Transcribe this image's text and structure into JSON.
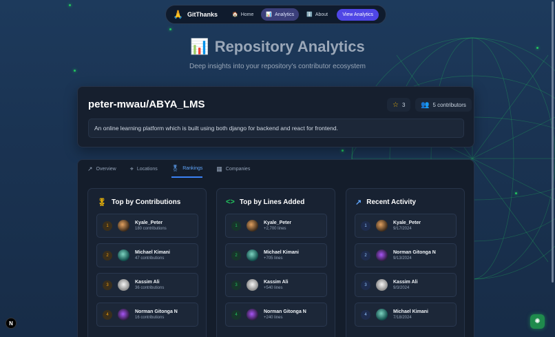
{
  "nav": {
    "brand": "GitThanks",
    "home": "Home",
    "analytics": "Analytics",
    "about": "About",
    "cta": "View Analytics"
  },
  "hero": {
    "title": "Repository Analytics",
    "subtitle": "Deep insights into your repository's contributor ecosystem"
  },
  "repo": {
    "name": "peter-mwau/ABYA_LMS",
    "stars": "3",
    "contributors": "5 contributors",
    "description": "An online learning platform which is built using both django for backend and react for frontend."
  },
  "tabs": [
    "Overview",
    "Locations",
    "Rankings",
    "Companies"
  ],
  "cards": [
    {
      "title": "Top by Contributions",
      "rows": [
        {
          "rank": "1",
          "name": "Kyale_Peter",
          "sub": "180 contributions"
        },
        {
          "rank": "2",
          "name": "Michael Kimani",
          "sub": "47 contributions"
        },
        {
          "rank": "3",
          "name": "Kassim Ali",
          "sub": "36 contributions"
        },
        {
          "rank": "4",
          "name": "Norman Gitonga N",
          "sub": "16 contributions"
        }
      ]
    },
    {
      "title": "Top by Lines Added",
      "rows": [
        {
          "rank": "1",
          "name": "Kyale_Peter",
          "sub": "+2,700 lines"
        },
        {
          "rank": "2",
          "name": "Michael Kimani",
          "sub": "+705 lines"
        },
        {
          "rank": "3",
          "name": "Kassim Ali",
          "sub": "+540 lines"
        },
        {
          "rank": "4",
          "name": "Norman Gitonga N",
          "sub": "+240 lines"
        }
      ]
    },
    {
      "title": "Recent Activity",
      "rows": [
        {
          "rank": "1",
          "name": "Kyale_Peter",
          "sub": "9/17/2024"
        },
        {
          "rank": "2",
          "name": "Norman Gitonga N",
          "sub": "9/13/2024"
        },
        {
          "rank": "3",
          "name": "Kassim Ali",
          "sub": "9/3/2024"
        },
        {
          "rank": "4",
          "name": "Michael Kimani",
          "sub": "7/18/2024"
        }
      ]
    }
  ],
  "badge": "N"
}
